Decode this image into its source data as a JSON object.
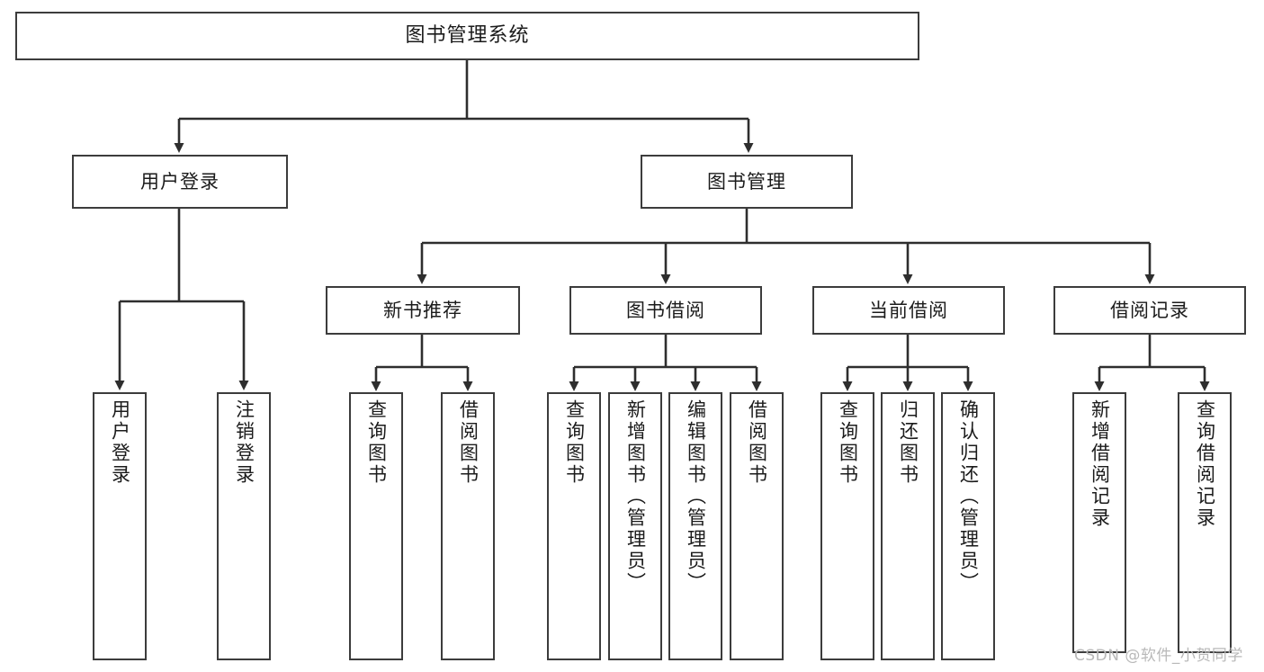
{
  "diagram": {
    "type": "tree-hierarchy-chart",
    "title": "图书管理系统",
    "orientation": "top-down",
    "colors": {
      "box_border": "#3c3c3c",
      "box_fill": "#ffffff",
      "connector": "#2e2e2e",
      "text": "#1b1b1b",
      "watermark": "#b9b9b9"
    },
    "levels": {
      "level0": [
        {
          "id": "root",
          "label": "图书管理系统"
        }
      ],
      "level1": [
        {
          "id": "user-login",
          "label": "用户登录"
        },
        {
          "id": "book-manage",
          "label": "图书管理"
        }
      ],
      "level2": [
        {
          "id": "new-book-rec",
          "label": "新书推荐"
        },
        {
          "id": "book-borrow",
          "label": "图书借阅"
        },
        {
          "id": "current-borrow",
          "label": "当前借阅"
        },
        {
          "id": "borrow-record",
          "label": "借阅记录"
        }
      ],
      "level3": [
        {
          "id": "leaf-user-login",
          "parent": "user-login",
          "label": "用户登录"
        },
        {
          "id": "leaf-logout-login",
          "parent": "user-login",
          "label": "注销登录"
        },
        {
          "id": "leaf-query-book-1",
          "parent": "new-book-rec",
          "label": "查询图书"
        },
        {
          "id": "leaf-borrow-book-1",
          "parent": "new-book-rec",
          "label": "借阅图书"
        },
        {
          "id": "leaf-query-book-2",
          "parent": "book-borrow",
          "label": "查询图书"
        },
        {
          "id": "leaf-add-book-admin",
          "parent": "book-borrow",
          "label": "新增图书（管理员）"
        },
        {
          "id": "leaf-edit-book-admin",
          "parent": "book-borrow",
          "label": "编辑图书（管理员）"
        },
        {
          "id": "leaf-borrow-book-2",
          "parent": "book-borrow",
          "label": "借阅图书"
        },
        {
          "id": "leaf-query-book-3",
          "parent": "current-borrow",
          "label": "查询图书"
        },
        {
          "id": "leaf-return-book",
          "parent": "current-borrow",
          "label": "归还图书"
        },
        {
          "id": "leaf-confirm-return-admin",
          "parent": "current-borrow",
          "label": "确认归还（管理员）"
        },
        {
          "id": "leaf-add-borrow-record",
          "parent": "borrow-record",
          "label": "新增借阅记录"
        },
        {
          "id": "leaf-query-borrow-record",
          "parent": "borrow-record",
          "label": "查询借阅记录"
        }
      ]
    },
    "watermark": "CSDN @软件_小贺同学"
  }
}
